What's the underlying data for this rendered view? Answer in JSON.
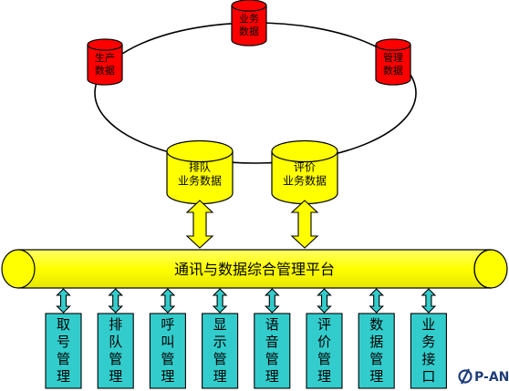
{
  "ring_databases": [
    {
      "lines": [
        "业务",
        "数据"
      ],
      "color": "#ff0000"
    },
    {
      "lines": [
        "生产",
        "数据"
      ],
      "color": "#ff0000"
    },
    {
      "lines": [
        "管理",
        "数据"
      ],
      "color": "#ff0000"
    }
  ],
  "service_databases": [
    {
      "lines": [
        "排队",
        "业务数据"
      ],
      "color": "#ffff00"
    },
    {
      "lines": [
        "评价",
        "业务数据"
      ],
      "color": "#ffff00"
    }
  ],
  "bus": {
    "label": "通讯与数据综合管理平台",
    "color": "#ffff00"
  },
  "modules": [
    {
      "chars": [
        "取",
        "号",
        "管",
        "理"
      ]
    },
    {
      "chars": [
        "排",
        "队",
        "管",
        "理"
      ]
    },
    {
      "chars": [
        "呼",
        "叫",
        "管",
        "理"
      ]
    },
    {
      "chars": [
        "显",
        "示",
        "管",
        "理"
      ]
    },
    {
      "chars": [
        "语",
        "音",
        "管",
        "理"
      ]
    },
    {
      "chars": [
        "评",
        "价",
        "管",
        "理"
      ]
    },
    {
      "chars": [
        "数",
        "据",
        "管",
        "理"
      ]
    },
    {
      "chars": [
        "业",
        "务",
        "接",
        "口"
      ]
    }
  ],
  "module_color": "#33cccc",
  "connector_color": "#33cccc",
  "arrow_color": "#ffff00",
  "logo": {
    "text": "P-AN",
    "icon": "pan-logo-icon"
  }
}
